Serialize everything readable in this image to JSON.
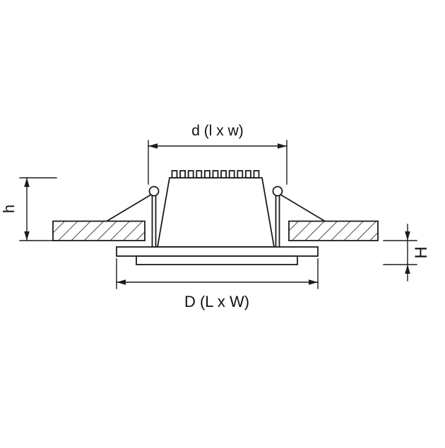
{
  "labels": {
    "top_dimension": "d (l x w)",
    "bottom_dimension": "D (L x W)",
    "left_dimension": "h",
    "right_dimension": "H"
  },
  "colors": {
    "line": "#1b1b1b",
    "text": "#111111",
    "background": "#ffffff"
  }
}
